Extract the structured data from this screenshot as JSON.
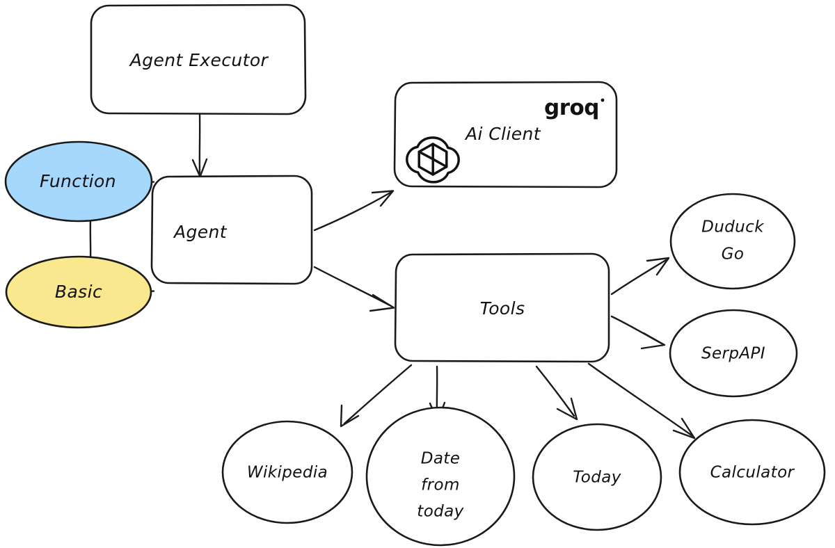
{
  "diagram": {
    "title": "Agent architecture diagram",
    "style": "hand-drawn whiteboard sketch",
    "background_color": "#ffffff",
    "stroke_color": "#1a1a1a",
    "nodes": [
      {
        "id": "agent-executor",
        "label": "Agent Executor",
        "shape": "rounded-rectangle",
        "fill": "#ffffff"
      },
      {
        "id": "agent",
        "label": "Agent",
        "shape": "rounded-rectangle",
        "fill": "#ffffff"
      },
      {
        "id": "function",
        "label": "Function",
        "shape": "ellipse",
        "fill": "#a5d8fc"
      },
      {
        "id": "basic",
        "label": "Basic",
        "shape": "ellipse",
        "fill": "#fae88f"
      },
      {
        "id": "ai-client",
        "label": "Ai Client",
        "shape": "rounded-rectangle",
        "fill": "#ffffff",
        "logos": [
          "openai-logo",
          "groq-logo"
        ],
        "groq_wordmark": "groq"
      },
      {
        "id": "tools",
        "label": "Tools",
        "shape": "rounded-rectangle",
        "fill": "#ffffff"
      },
      {
        "id": "duduck-go",
        "label": "Duduck Go",
        "label_lines": [
          "Duduck",
          "Go"
        ],
        "shape": "ellipse",
        "fill": "#ffffff"
      },
      {
        "id": "serpapi",
        "label": "SerpAPI",
        "label_lines": [
          "SerpAPI"
        ],
        "shape": "ellipse",
        "fill": "#ffffff"
      },
      {
        "id": "wikipedia",
        "label": "Wikipedia",
        "label_lines": [
          "Wikipedia"
        ],
        "shape": "ellipse",
        "fill": "#ffffff"
      },
      {
        "id": "date-from-today",
        "label": "Date from today",
        "label_lines": [
          "Date",
          "from",
          "today"
        ],
        "shape": "ellipse",
        "fill": "#ffffff"
      },
      {
        "id": "today",
        "label": "Today",
        "label_lines": [
          "Today"
        ],
        "shape": "ellipse",
        "fill": "#ffffff"
      },
      {
        "id": "calculator",
        "label": "Calculator",
        "label_lines": [
          "Calculator"
        ],
        "shape": "ellipse",
        "fill": "#ffffff"
      }
    ],
    "edges": [
      {
        "from": "agent-executor",
        "to": "agent",
        "arrow": true
      },
      {
        "from": "function",
        "to": "agent",
        "arrow": false
      },
      {
        "from": "basic",
        "to": "agent",
        "arrow": false
      },
      {
        "from": "function",
        "to": "basic",
        "arrow": false
      },
      {
        "from": "agent",
        "to": "ai-client",
        "arrow": true
      },
      {
        "from": "agent",
        "to": "tools",
        "arrow": true
      },
      {
        "from": "tools",
        "to": "duduck-go",
        "arrow": true
      },
      {
        "from": "tools",
        "to": "serpapi",
        "arrow": true
      },
      {
        "from": "tools",
        "to": "wikipedia",
        "arrow": true
      },
      {
        "from": "tools",
        "to": "date-from-today",
        "arrow": true
      },
      {
        "from": "tools",
        "to": "today",
        "arrow": true
      },
      {
        "from": "tools",
        "to": "calculator",
        "arrow": true
      }
    ]
  }
}
